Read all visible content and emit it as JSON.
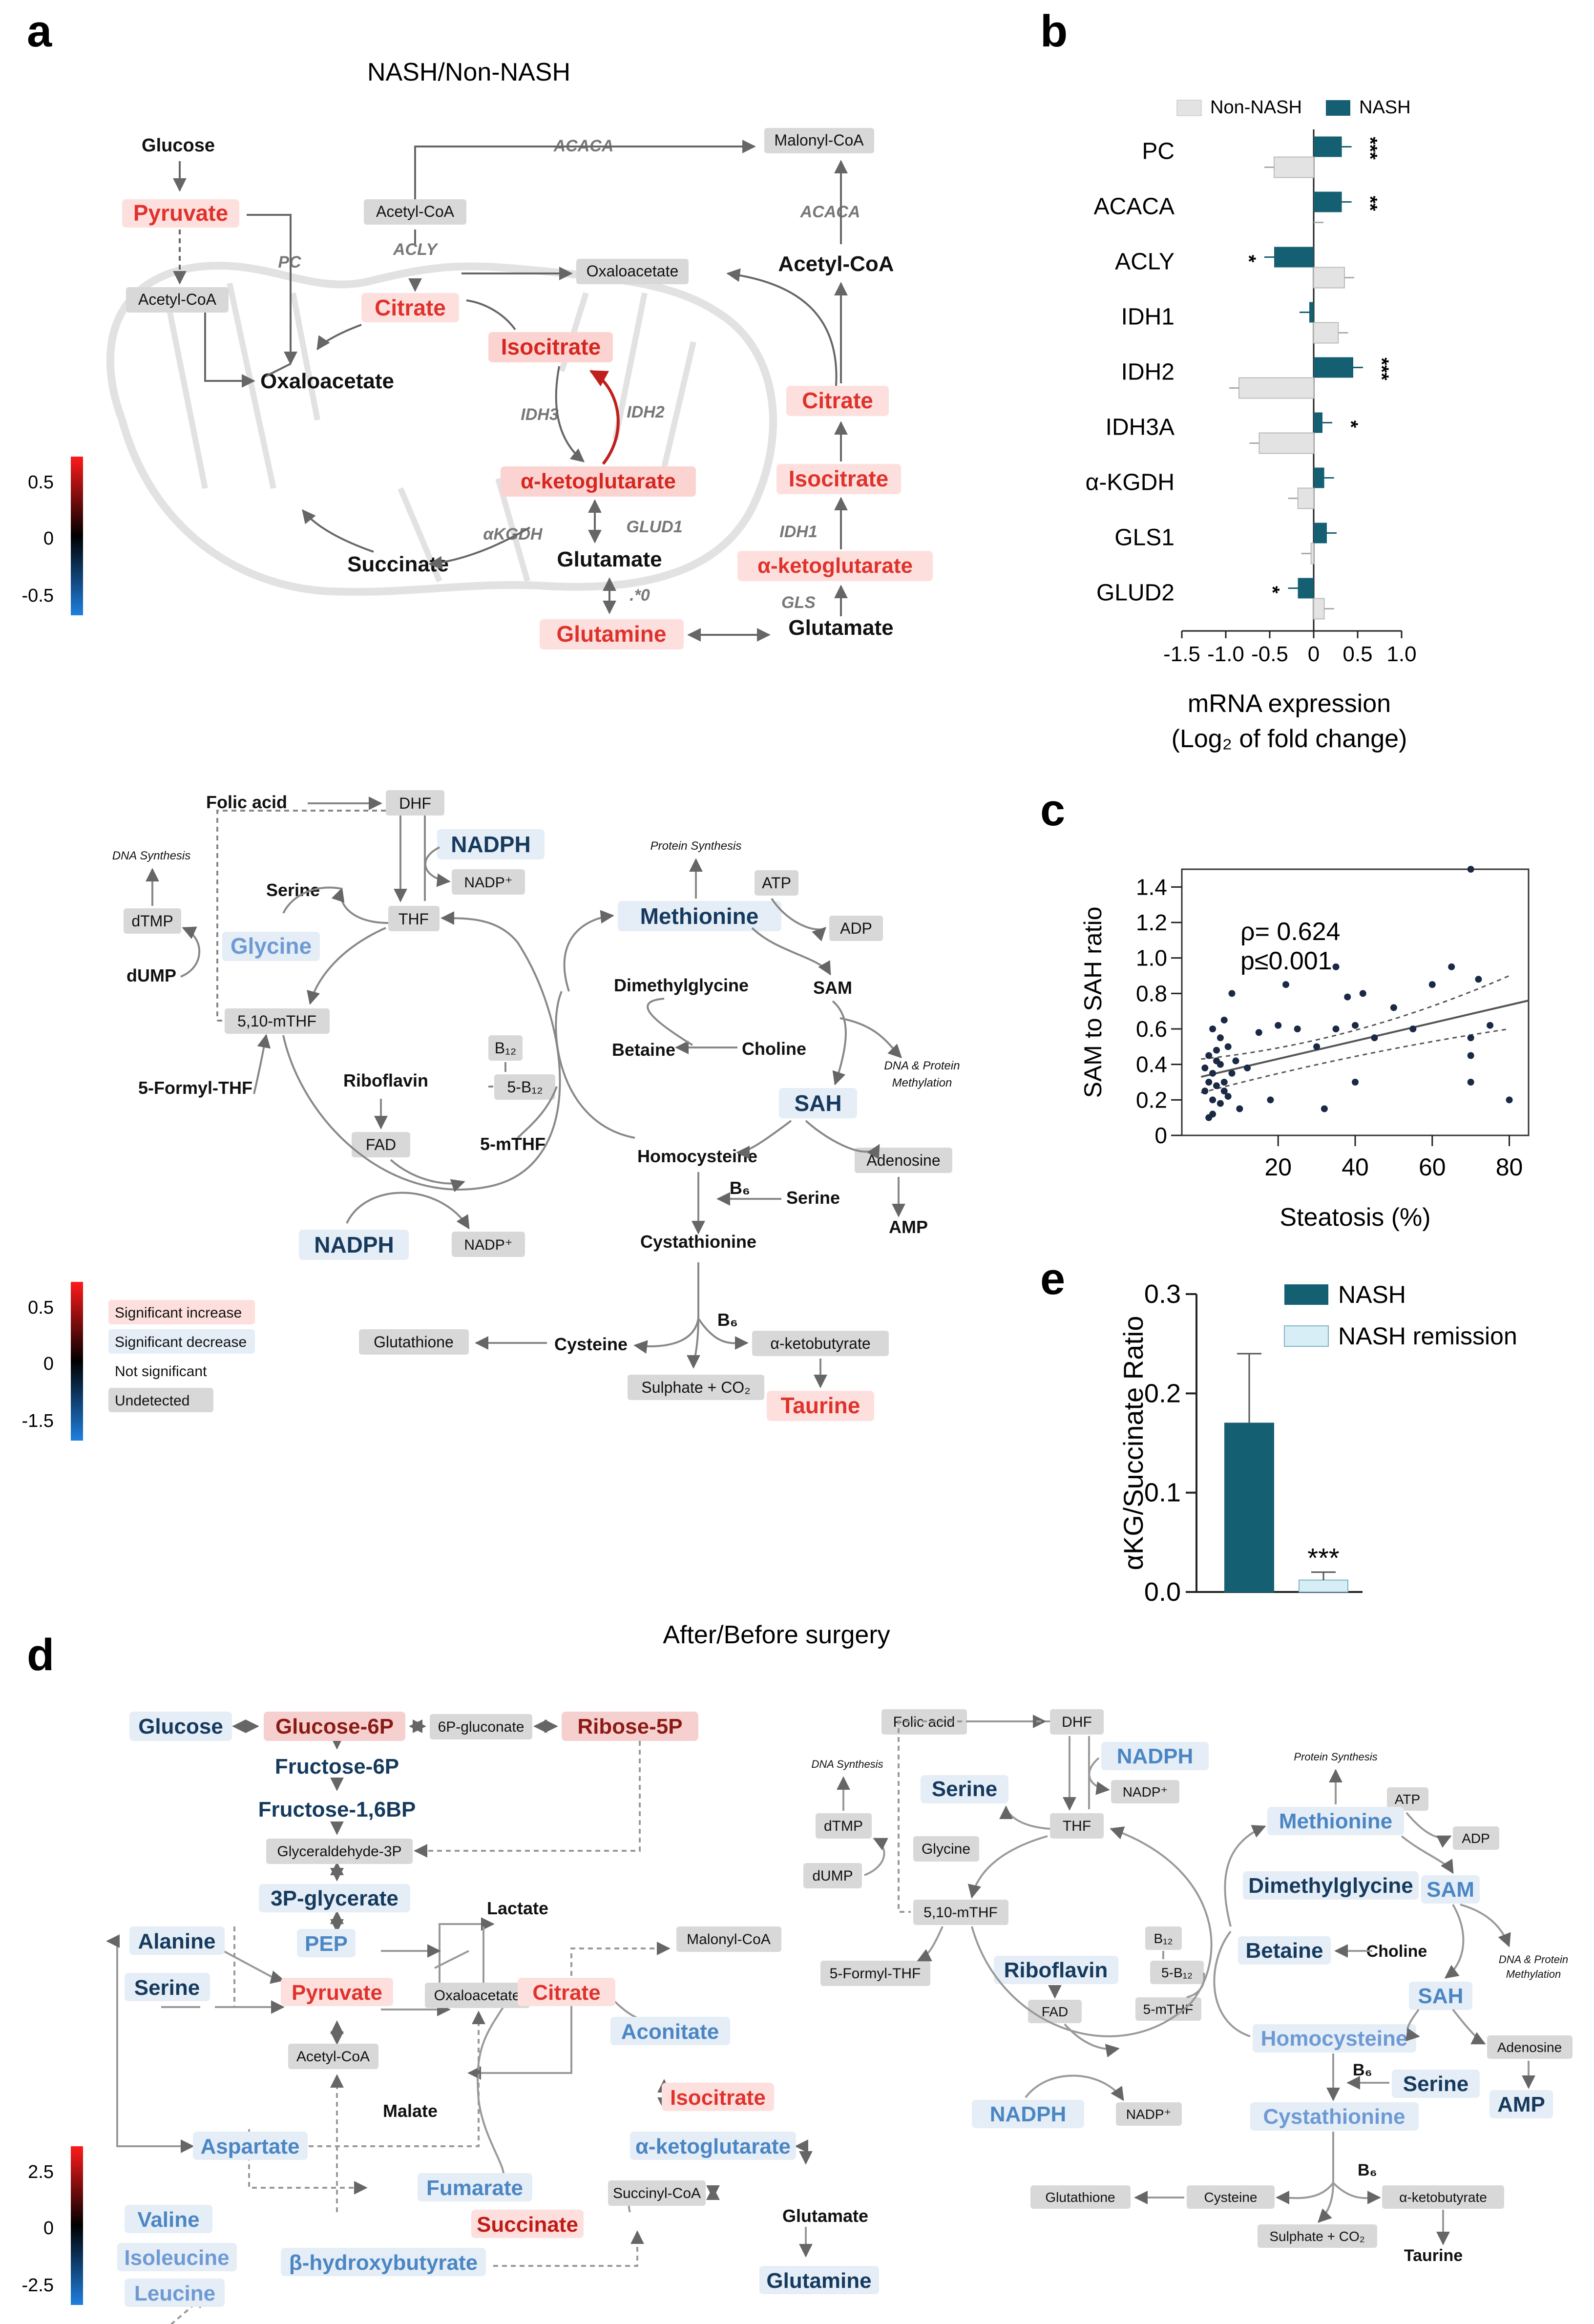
{
  "panels": {
    "a": "a",
    "b": "b",
    "c": "c",
    "d": "d",
    "e": "e"
  },
  "a": {
    "title": "NASH/Non-NASH",
    "scale": {
      "top": "0.5",
      "mid": "0",
      "bottom": "-0.5"
    },
    "scale2": {
      "top": "0.5",
      "mid": "0",
      "bottom": "-1.5"
    },
    "legend": [
      "Significant increase",
      "Significant decrease",
      "Not significant",
      "Undetected"
    ],
    "tca": {
      "glucose": "Glucose",
      "pyruvate": "Pyruvate",
      "acetylcoa1": "Acetyl-CoA",
      "pc": "PC",
      "oxaloacetate": "Oxaloacetate",
      "acetylcoa2": "Acetyl-CoA",
      "acly": "ACLY",
      "acaca1": "ACACA",
      "malonylcoa": "Malonyl-CoA",
      "oxaloacetate2": "Oxaloacetate",
      "citrate": "Citrate",
      "isocitrate": "Isocitrate",
      "idh3": "IDH3",
      "idh2": "IDH2",
      "akg": "α-ketoglutarate",
      "akgdh": "αKGDH",
      "glud1": "GLUD1",
      "succinate": "Succinate",
      "glutamate": "Glutamate",
      "glutamine": "Glutamine",
      "gls_mark": ".*0",
      "acaca2": "ACACA",
      "acetylcoa3": "Acetyl-CoA",
      "citrate2": "Citrate",
      "isocitrate2": "Isocitrate",
      "idh1": "IDH1",
      "akg2": "α-ketoglutarate",
      "gls": "GLS",
      "glutamate2": "Glutamate"
    },
    "onec": {
      "folic": "Folic acid",
      "dhf": "DHF",
      "nadph1": "NADPH",
      "nadp1": "NADP⁺",
      "dna": "DNA Synthesis",
      "serine": "Serine",
      "thf": "THF",
      "dtmp": "dTMP",
      "glycine": "Glycine",
      "dump": "dUMP",
      "mthf": "5,10-mTHF",
      "formyl": "5-Formyl-THF",
      "b12": "B₁₂",
      "riboflavin": "Riboflavin",
      "b12b": "5-B₁₂",
      "fad": "FAD",
      "mthf5": "5-mTHF",
      "nadph2": "NADPH",
      "nadp2": "NADP⁺",
      "protein": "Protein Synthesis",
      "atp": "ATP",
      "methionine": "Methionine",
      "adp": "ADP",
      "dmg": "Dimethylglycine",
      "sam": "SAM",
      "betaine": "Betaine",
      "choline": "Choline",
      "dnaprot": "DNA & Protein Methylation",
      "sah": "SAH",
      "hcy": "Homocysteine",
      "adenosine": "Adenosine",
      "b6": "B₆",
      "serine2": "Serine",
      "amp": "AMP",
      "cystathionine": "Cystathionine",
      "b6b": "B₆",
      "glutathione": "Glutathione",
      "cysteine": "Cysteine",
      "akb": "α-ketobutyrate",
      "sulphate": "Sulphate + CO₂",
      "taurine": "Taurine"
    }
  },
  "b_chart": {
    "legend": [
      "Non-NASH",
      "NASH"
    ],
    "xlabel1": "mRNA expression",
    "xlabel2": "(Log₂ of fold change)",
    "ticks": [
      "-1.5",
      "-1.0",
      "-0.5",
      "0",
      "0.5",
      "1.0"
    ],
    "stars": [
      "***",
      "**",
      "*",
      "",
      "***",
      "*",
      "",
      "",
      "*"
    ]
  },
  "c_chart": {
    "ylabel": "SAM to SAH ratio",
    "xlabel": "Steatosis (%)",
    "rho": "ρ= 0.624",
    "p": "p≤0.001",
    "yticks": [
      "1.4",
      "1.2",
      "1.0",
      "0.8",
      "0.6",
      "0.4",
      "0.2",
      "0"
    ],
    "xticks": [
      "20",
      "40",
      "60",
      "80"
    ]
  },
  "e_chart": {
    "ylabel": "αKG/Succinate Ratio",
    "yticks": [
      "0.3",
      "0.2",
      "0.1",
      "0.0"
    ],
    "stars": "***"
  },
  "d": {
    "title": "After/Before surgery",
    "scale": {
      "top": "2.5",
      "mid": "0",
      "bottom": "-2.5"
    },
    "gly": {
      "glucose": "Glucose",
      "g6p": "Glucose-6P",
      "pg6": "6P-gluconate",
      "r5p": "Ribose-5P",
      "f6p": "Fructose-6P",
      "fbp": "Fructose-1,6BP",
      "g3p": "Glyceraldehyde-3P",
      "pg3": "3P-glycerate",
      "lactate": "Lactate",
      "alanine": "Alanine",
      "pep": "PEP",
      "malonyl": "Malonyl-CoA",
      "serine": "Serine",
      "pyruvate": "Pyruvate",
      "oaa": "Oxaloacetate",
      "citrate": "Citrate",
      "aconitate": "Aconitate",
      "acetylcoa": "Acetyl-CoA",
      "malate": "Malate",
      "isocitrate": "Isocitrate",
      "aspartate": "Aspartate",
      "akg": "α-ketoglutarate",
      "fumarate": "Fumarate",
      "succcoa": "Succinyl-CoA",
      "glutamate": "Glutamate",
      "valine": "Valine",
      "succinate": "Succinate",
      "isoleucine": "Isoleucine",
      "bhb": "β-hydroxybutyrate",
      "leucine": "Leucine",
      "glutamine": "Glutamine"
    },
    "onec": {
      "folic": "Folic acid",
      "dhf": "DHF",
      "nadph1": "NADPH",
      "nadp1": "NADP⁺",
      "dna": "DNA Synthesis",
      "serine": "Serine",
      "thf": "THF",
      "dtmp": "dTMP",
      "glycine": "Glycine",
      "dump": "dUMP",
      "mthf": "5,10-mTHF",
      "formyl": "5-Formyl-THF",
      "b12": "B₁₂",
      "riboflavin": "Riboflavin",
      "b12b": "5-B₁₂",
      "fad": "FAD",
      "mthf5": "5-mTHF",
      "nadph2": "NADPH",
      "nadp2": "NADP⁺",
      "protein": "Protein Synthesis",
      "atp": "ATP",
      "methionine": "Methionine",
      "adp": "ADP",
      "dmg": "Dimethylglycine",
      "sam": "SAM",
      "betaine": "Betaine",
      "choline": "Choline",
      "dnaprot": "DNA & Protein Methylation",
      "sah": "SAH",
      "hcy": "Homocysteine",
      "adenosine": "Adenosine",
      "b6": "B₆",
      "serine2": "Serine",
      "amp": "AMP",
      "cystathionine": "Cystathionine",
      "b6b": "B₆",
      "glutathione": "Glutathione",
      "cysteine": "Cysteine",
      "akb": "α-ketobutyrate",
      "sulphate": "Sulphate + CO₂",
      "taurine": "Taurine"
    }
  },
  "chart_data": [
    {
      "type": "bar",
      "panel": "b",
      "orientation": "horizontal",
      "categories": [
        "PC",
        "ACACA",
        "ACLY",
        "IDH1",
        "IDH2",
        "IDH3A",
        "α-KGDH",
        "GLS1",
        "GLUD2"
      ],
      "series": [
        {
          "name": "Non-NASH",
          "values": [
            -0.45,
            0.0,
            0.35,
            0.28,
            -0.85,
            -0.62,
            -0.18,
            -0.03,
            0.12
          ]
        },
        {
          "name": "NASH",
          "values": [
            0.32,
            0.32,
            -0.45,
            -0.05,
            0.45,
            0.1,
            0.12,
            0.15,
            -0.18
          ]
        }
      ],
      "xlabel": "mRNA expression (Log₂ of fold change)",
      "xlim": [
        -1.5,
        1.0
      ],
      "colors": {
        "Non-NASH": "#e3e3e3",
        "NASH": "#155f73"
      }
    },
    {
      "type": "scatter",
      "panel": "c",
      "xlabel": "Steatosis (%)",
      "ylabel": "SAM to SAH ratio",
      "xlim": [
        -5,
        85
      ],
      "ylim": [
        0,
        1.5
      ],
      "x": [
        1,
        1,
        2,
        2,
        3,
        3,
        3,
        4,
        4,
        5,
        5,
        5,
        6,
        6,
        7,
        7,
        8,
        8,
        9,
        10,
        12,
        15,
        18,
        20,
        22,
        25,
        30,
        32,
        35,
        35,
        38,
        40,
        40,
        42,
        45,
        50,
        55,
        60,
        65,
        70,
        70,
        70,
        70,
        72,
        75,
        80,
        2,
        4,
        6,
        3
      ],
      "y": [
        0.25,
        0.38,
        0.3,
        0.45,
        0.2,
        0.35,
        0.12,
        0.28,
        0.42,
        0.18,
        0.4,
        0.55,
        0.3,
        0.65,
        0.22,
        0.5,
        0.35,
        0.8,
        0.42,
        0.15,
        0.38,
        0.58,
        0.2,
        0.62,
        0.85,
        0.6,
        0.5,
        0.15,
        0.95,
        0.6,
        0.78,
        0.3,
        0.62,
        0.8,
        0.55,
        0.72,
        0.6,
        0.85,
        0.95,
        1.5,
        0.55,
        0.3,
        0.45,
        0.88,
        0.62,
        0.2,
        0.1,
        0.48,
        0.25,
        0.6
      ],
      "fit": {
        "x": [
          0,
          85
        ],
        "y": [
          0.33,
          0.76
        ]
      },
      "annotations": [
        "ρ= 0.624",
        "p≤0.001"
      ]
    },
    {
      "type": "bar",
      "panel": "e",
      "categories": [
        "NASH",
        "NASH remission"
      ],
      "values": [
        0.17,
        0.012
      ],
      "errors": [
        0.07,
        0.008
      ],
      "ylabel": "αKG/Succinate Ratio",
      "ylim": [
        0,
        0.3
      ],
      "colors": {
        "NASH": "#155f73",
        "NASH remission": "#d7eef6"
      }
    }
  ],
  "colors": {
    "increase": "#d7342f",
    "decrease_dark": "#153a5e",
    "decrease": "#4a86c4",
    "gray_box": "#dcdcdc",
    "teal": "#155f73"
  }
}
